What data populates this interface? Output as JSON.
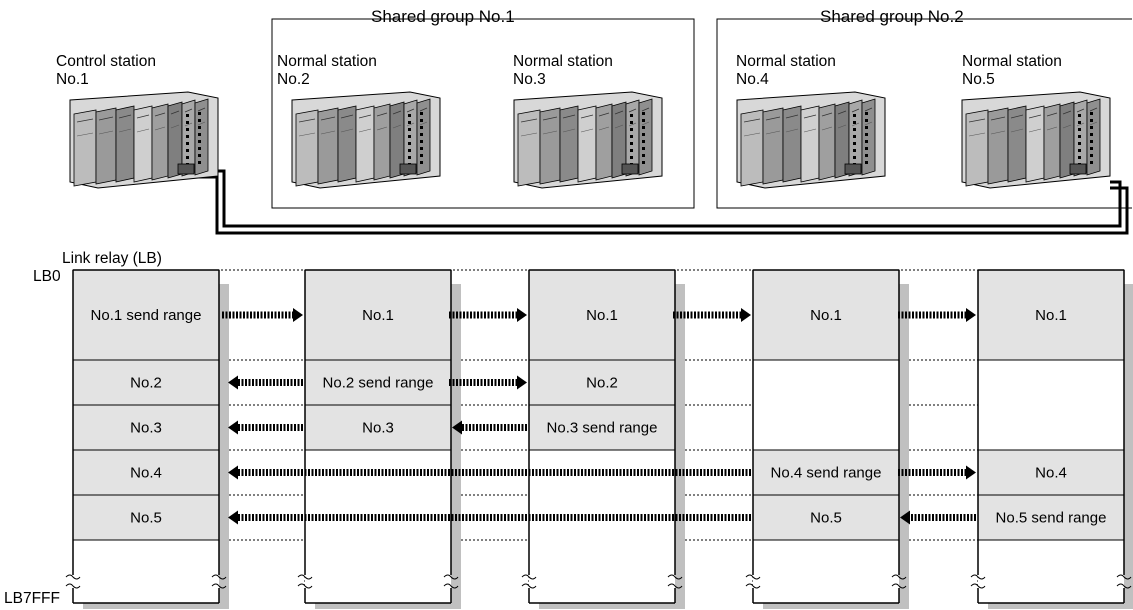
{
  "groups": [
    {
      "title": "Shared group No.1"
    },
    {
      "title": "Shared group No.2"
    }
  ],
  "stations": [
    {
      "type": "Control station",
      "number": "No.1"
    },
    {
      "type": "Normal station",
      "number": "No.2"
    },
    {
      "type": "Normal station",
      "number": "No.3"
    },
    {
      "type": "Normal station",
      "number": "No.4"
    },
    {
      "type": "Normal station",
      "number": "No.5"
    }
  ],
  "memory": {
    "title": "Link relay (LB)",
    "start_label": "LB0",
    "end_label": "LB7FFF"
  },
  "columns": [
    [
      "No.1 send range",
      "No.2",
      "No.3",
      "No.4",
      "No.5"
    ],
    [
      "No.1",
      "No.2 send range",
      "No.3",
      "",
      ""
    ],
    [
      "No.1",
      "No.2",
      "No.3 send range",
      "",
      ""
    ],
    [
      "No.1",
      "",
      "",
      "No.4 send range",
      "No.5"
    ],
    [
      "No.1",
      "",
      "",
      "No.4",
      "No.5 send range"
    ]
  ],
  "colors": {
    "cell_fill": "#e3e3e3",
    "shadow": "#c0c0c0",
    "cable": "#000000"
  }
}
